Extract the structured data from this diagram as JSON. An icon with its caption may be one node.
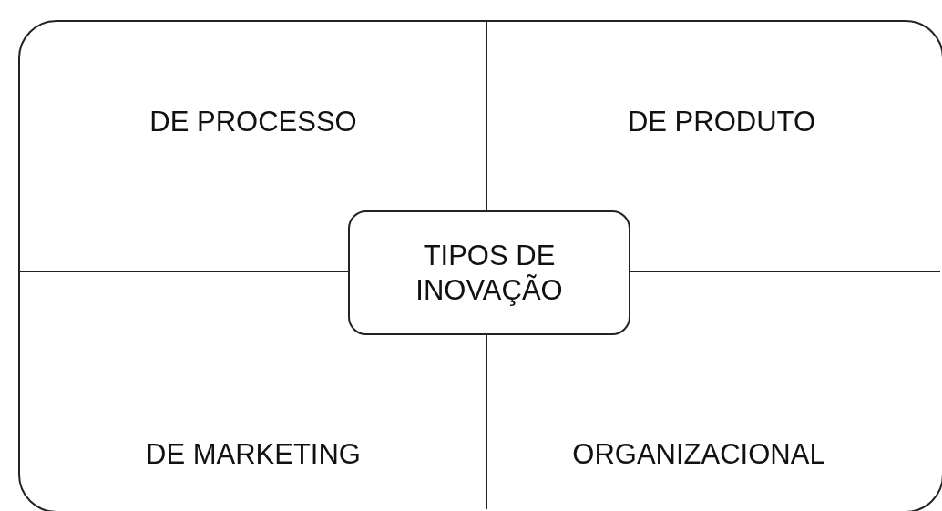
{
  "diagram": {
    "nodes": [
      {
        "text": [],
        "shape": "box"
      },
      {
        "text": [
          "DE PROCESSO"
        ],
        "in": 0
      },
      {
        "text": [
          "DE PRODUTO"
        ],
        "in": 0
      },
      {
        "text": [
          "TIPOS DE INOVAÇÃO"
        ],
        "in": 0
      },
      {
        "text": [
          "DE MARKETING"
        ],
        "in": 0
      },
      {
        "text": [
          "ORGANIZACIONAL"
        ],
        "in": 0
      }
    ],
    "edges": []
  }
}
